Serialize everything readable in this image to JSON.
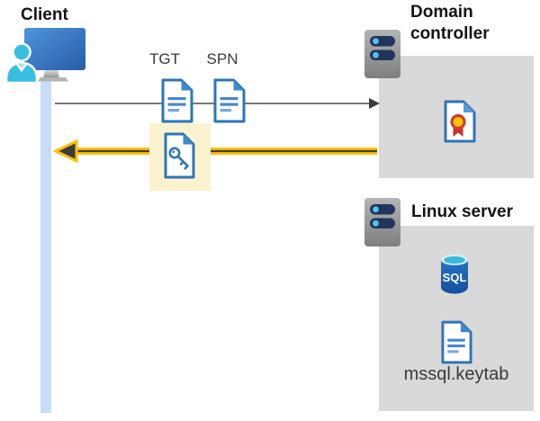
{
  "client": {
    "label": "Client"
  },
  "tickets": {
    "tgt_label": "TGT",
    "spn_label": "SPN"
  },
  "domain_controller": {
    "label": "Domain controller"
  },
  "linux_server": {
    "label": "Linux server",
    "sql_icon_label": "SQL",
    "keytab_label": "mssql.keytab"
  },
  "icons": [
    "client-computer-icon",
    "person-icon",
    "tgt-document-icon",
    "spn-document-icon",
    "key-document-icon",
    "server-icon",
    "certificate-icon",
    "sql-database-icon",
    "keytab-document-icon"
  ],
  "colors": {
    "arrow_yellow": "#FFC000",
    "arrow_gray": "#3C3C3C",
    "highlight_yellow": "#FBF3D0",
    "box_gray": "#D9D9D9",
    "doc_blue": "#2E75B6",
    "person_cyan": "#39BEE2",
    "timeline_blue": "#C7DDF7",
    "server_slot_navy": "#21345C",
    "sql_body_blue": "#1E6ABD",
    "certificate_red": "#C83232",
    "certificate_gold": "#FFC600"
  }
}
